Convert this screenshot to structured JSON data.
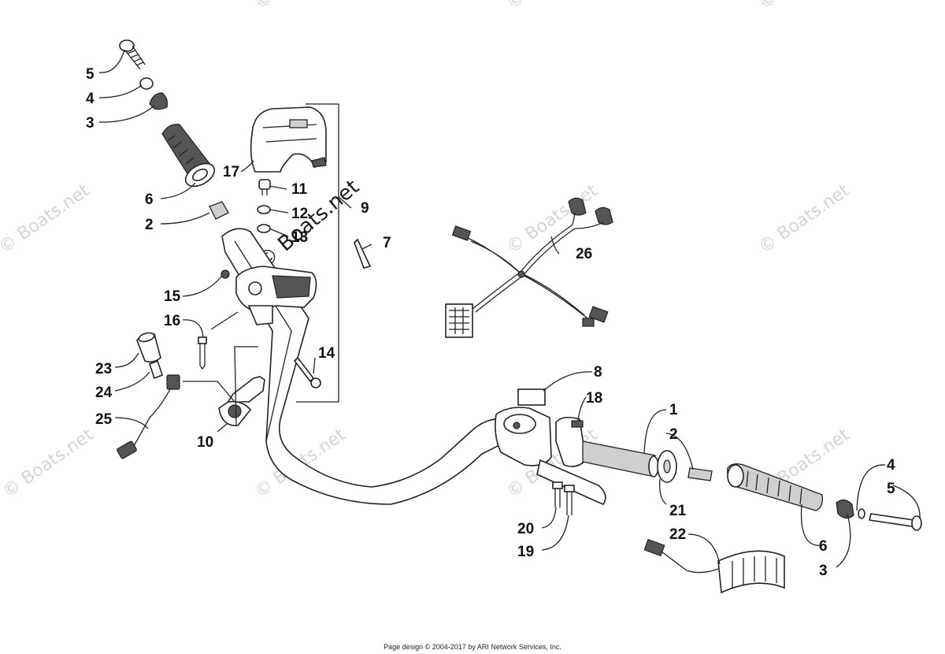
{
  "watermark": "© Boats.net",
  "footer": "Page design © 2004-2017 by ARI Network Services, Inc.",
  "labels": {
    "l1": "1",
    "l2a": "2",
    "l2b": "2",
    "l3a": "3",
    "l3b": "3",
    "l4a": "4",
    "l4b": "4",
    "l5a": "5",
    "l5b": "5",
    "l6a": "6",
    "l6b": "6",
    "l7": "7",
    "l8": "8",
    "l9": "9",
    "l10": "10",
    "l11": "11",
    "l12": "12",
    "l13": "13",
    "l14": "14",
    "l15": "15",
    "l16": "16",
    "l17": "17",
    "l18": "18",
    "l19": "19",
    "l20": "20",
    "l21": "21",
    "l22": "22",
    "l23": "23",
    "l24": "24",
    "l25": "25",
    "l26": "26"
  }
}
